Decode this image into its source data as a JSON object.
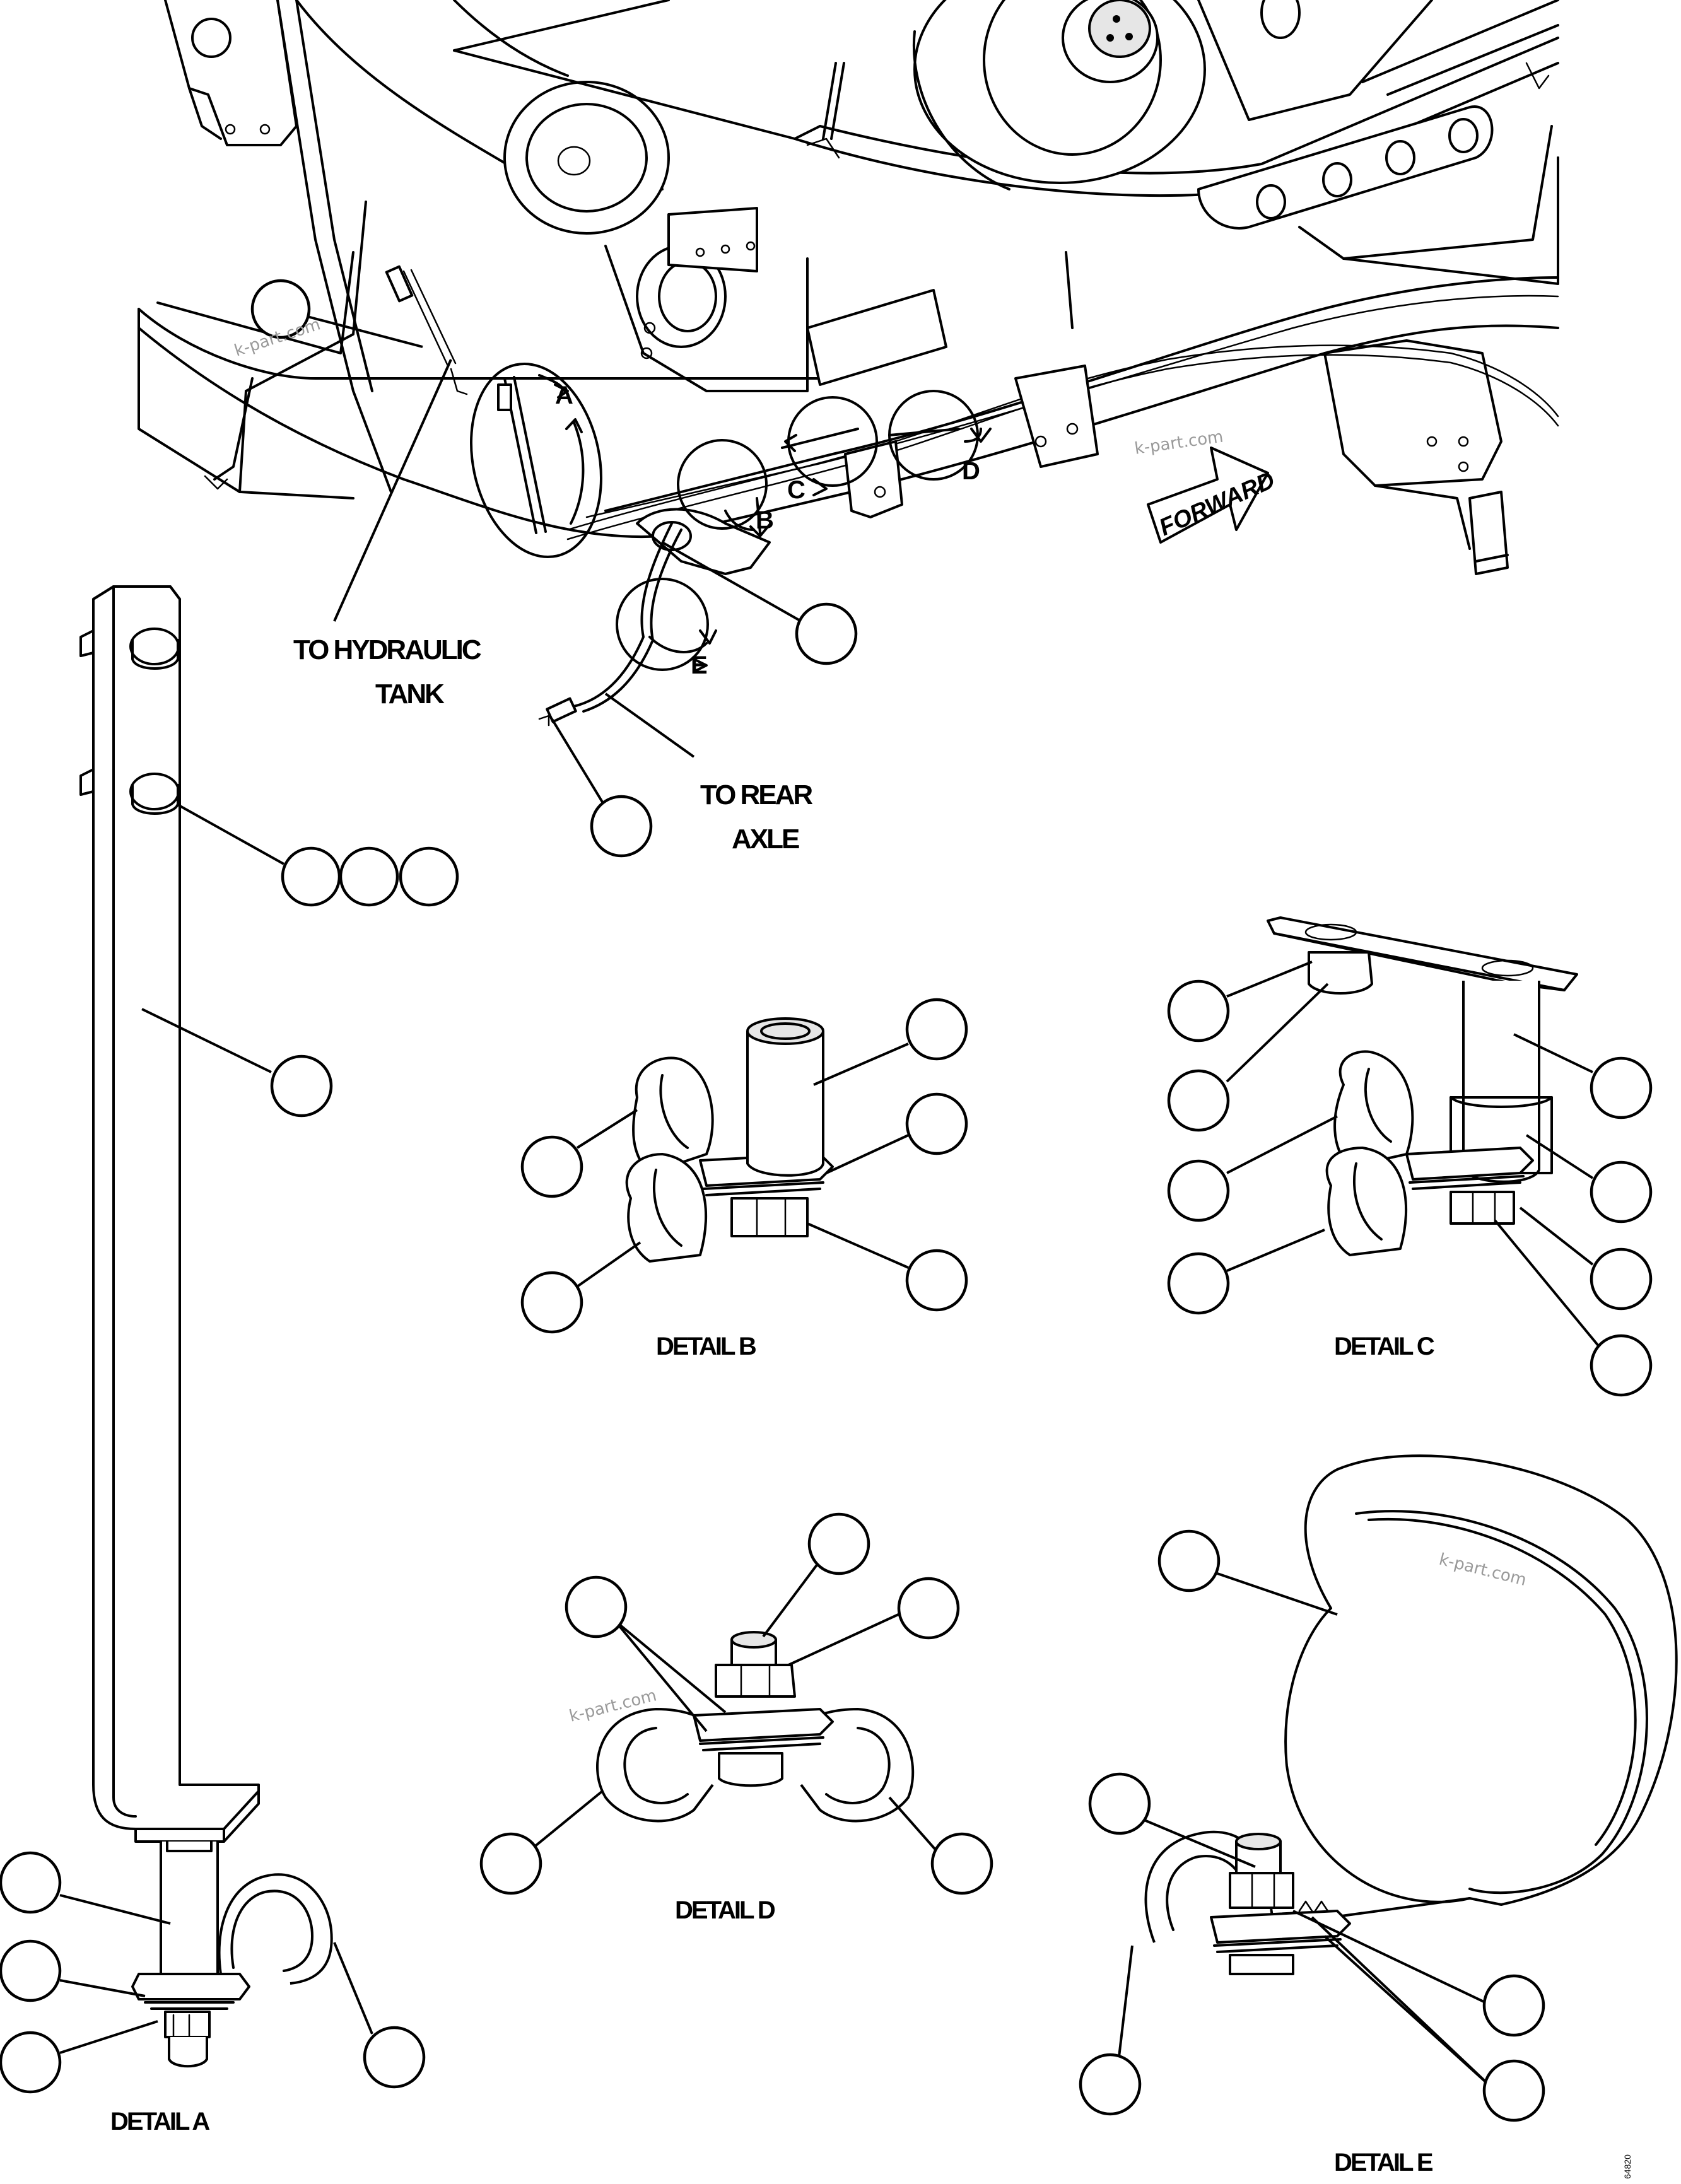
{
  "labels": {
    "to_hydraulic_line1": "TO HYDRAULIC",
    "to_hydraulic_line2": "TANK",
    "to_rear_line1": "TO REAR",
    "to_rear_line2": "AXLE",
    "forward": "FORWARD"
  },
  "detail_letters": [
    "A",
    "B",
    "C",
    "D",
    "E"
  ],
  "detail_titles": {
    "a": "DETAIL A",
    "b": "DETAIL B",
    "c": "DETAIL C",
    "d": "DETAIL D",
    "e": "DETAIL E"
  },
  "watermark": "k-part.com",
  "figure_number": "64820"
}
